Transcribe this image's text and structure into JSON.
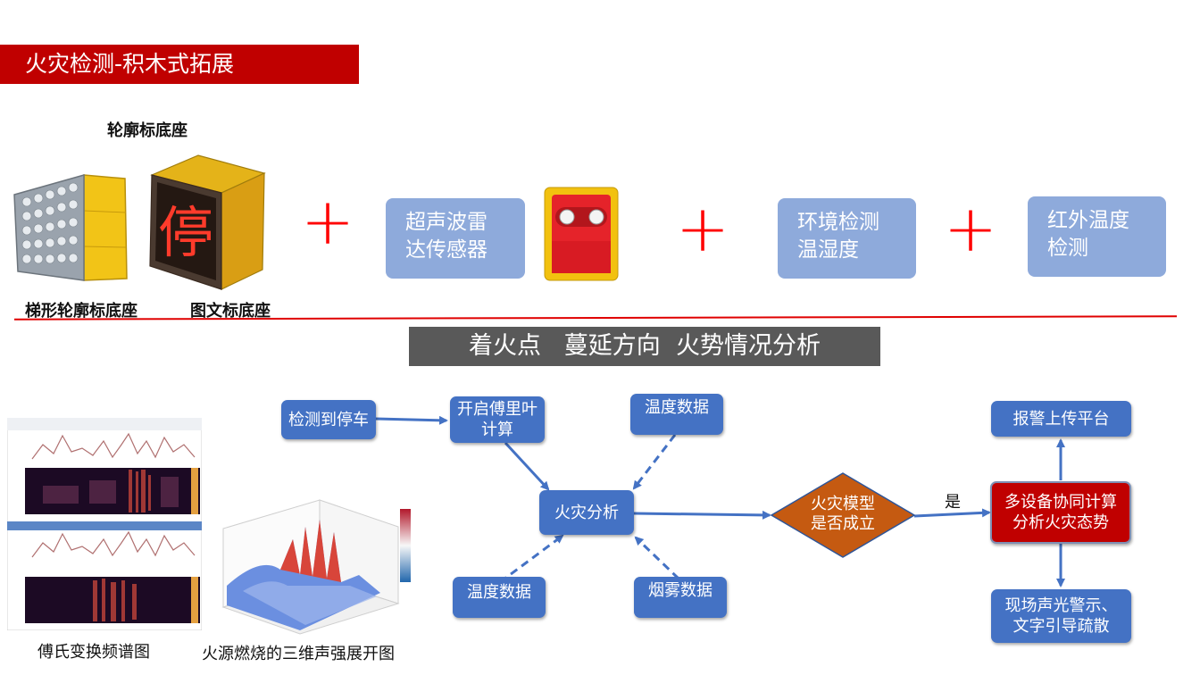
{
  "header": {
    "title": "火灾检测-积木式拓展"
  },
  "modules": {
    "top_label": "轮廓标底座",
    "sign_glyph": "停",
    "bottom_label_left": "梯形轮廓标底座",
    "bottom_label_right": "图文标底座",
    "ultrasonic": [
      "超声波雷",
      "达传感器"
    ],
    "environment": [
      "环境检测",
      "温湿度"
    ],
    "infrared": [
      "红外温度",
      "检测"
    ],
    "plus_symbol": "+"
  },
  "analysis": {
    "title": "着火点   蔓延方向  火势情况分析"
  },
  "flow": {
    "detect_parking": "检测到停车",
    "fourier": [
      "开启傅里叶",
      "计算"
    ],
    "temp_data_top": "温度数据",
    "fire_analysis": "火灾分析",
    "temp_data_bottom": "温度数据",
    "smoke_data": "烟雾数据",
    "decision": [
      "火灾模型",
      "是否成立"
    ],
    "yes_label": "是",
    "multi_device": [
      "多设备协同计算",
      "分析火灾态势"
    ],
    "report": "报警上传平台",
    "alarm": [
      "现场声光警示、",
      "文字引导疏散"
    ]
  },
  "figures": {
    "spectrum_caption": "傅氏变换频谱图",
    "surface_caption": "火源燃烧的三维声强展开图"
  },
  "colors": {
    "accent_red": "#c00000",
    "plus_red": "#ff0000",
    "light_blue": "#8eaadb",
    "flow_blue": "#4472c4",
    "decision_orange": "#c55a11",
    "banner_gray": "#595959"
  }
}
